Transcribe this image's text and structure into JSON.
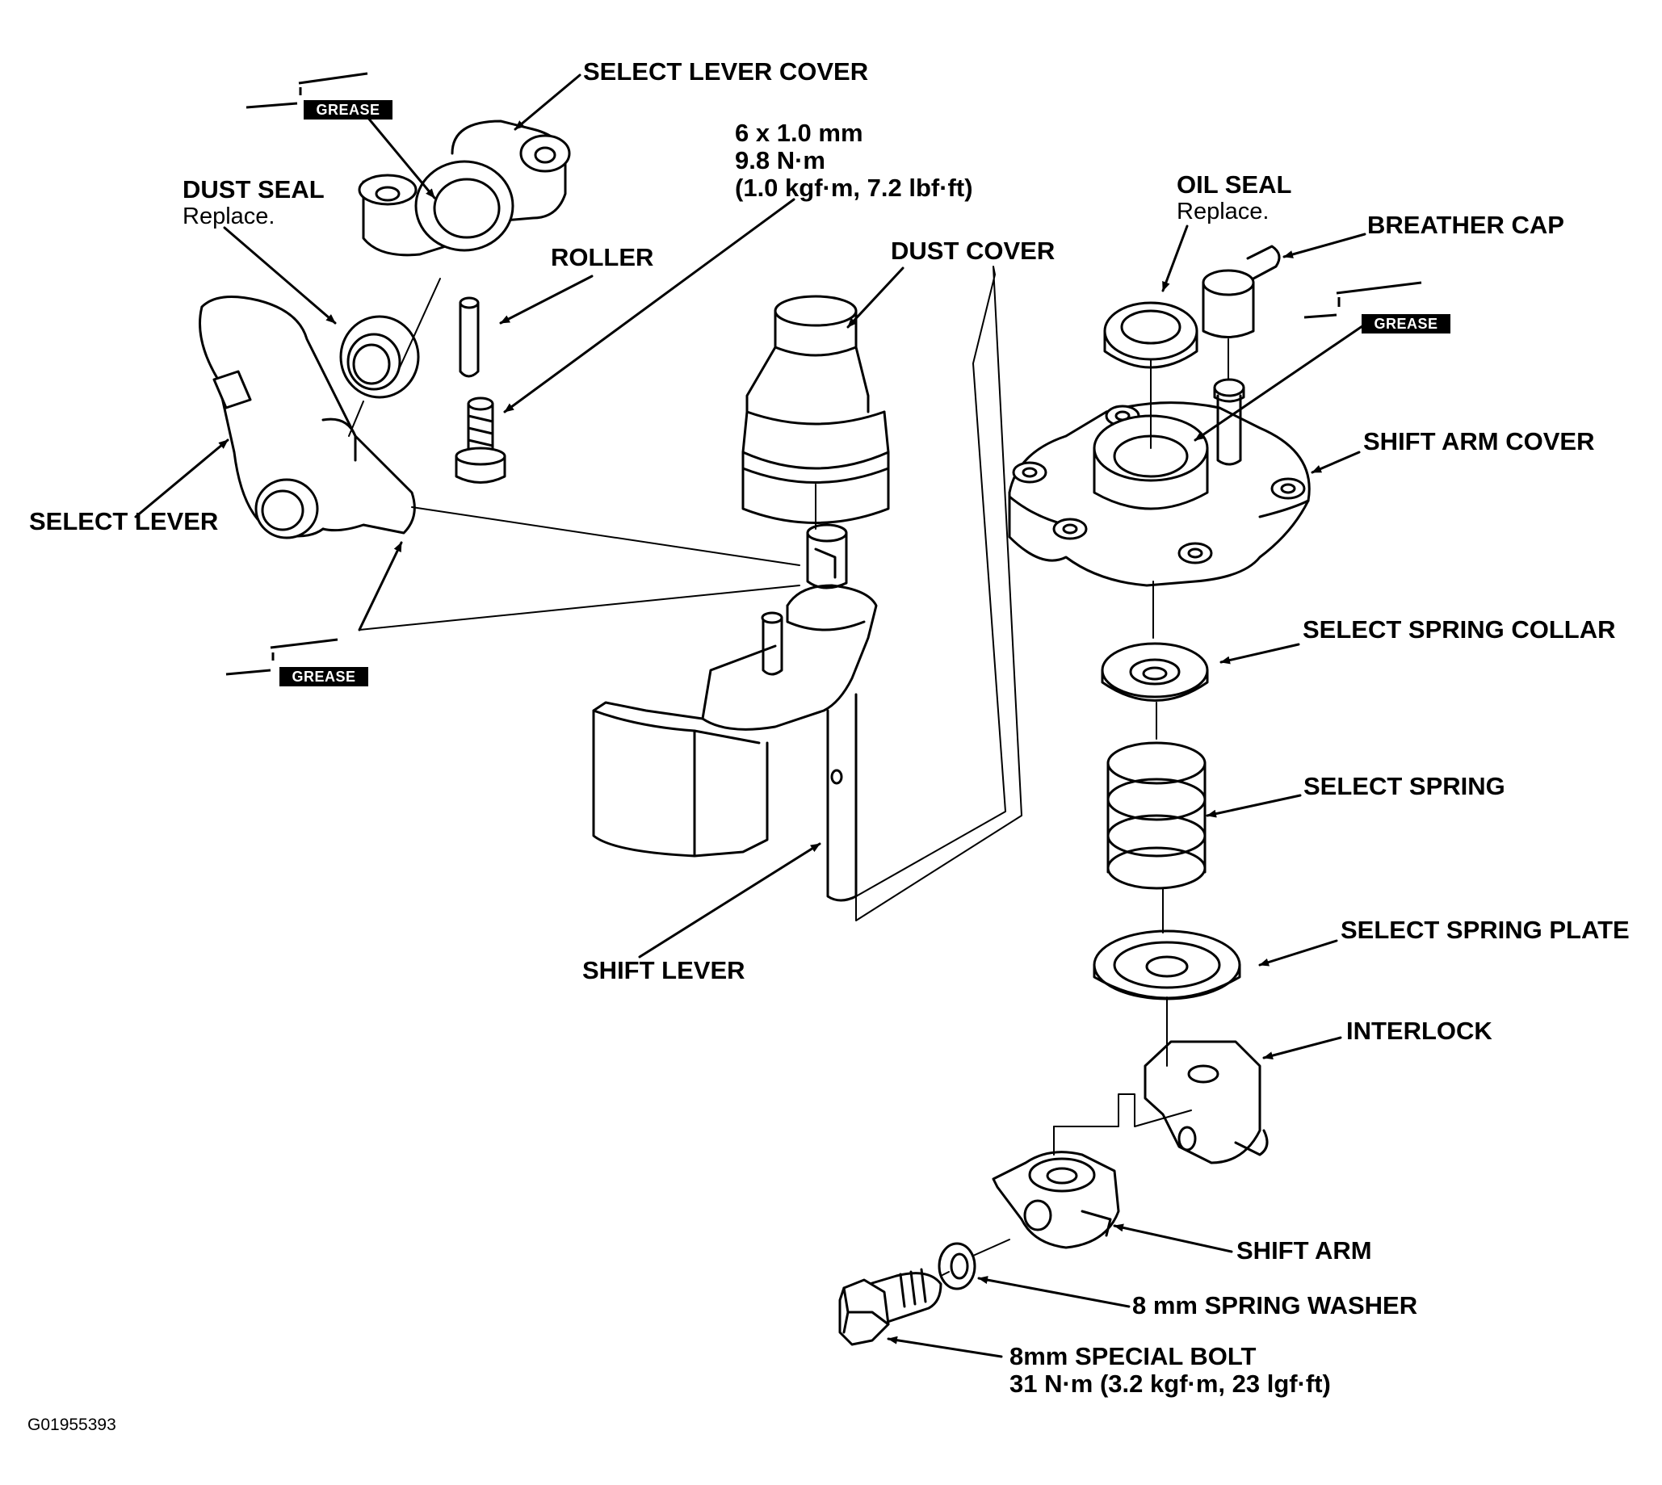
{
  "labels": {
    "select_lever_cover": "SELECT LEVER COVER",
    "bolt_spec": [
      "6 x 1.0 mm",
      "9.8 N·m",
      "(1.0 kgf·m, 7.2 lbf·ft)"
    ],
    "dust_seal": "DUST SEAL",
    "dust_seal_note": "Replace.",
    "roller": "ROLLER",
    "dust_cover": "DUST COVER",
    "oil_seal": "OIL SEAL",
    "oil_seal_note": "Replace.",
    "breather_cap": "BREATHER CAP",
    "select_lever": "SELECT LEVER",
    "shift_arm_cover": "SHIFT ARM COVER",
    "select_spring_collar": "SELECT SPRING COLLAR",
    "select_spring": "SELECT SPRING",
    "select_spring_plate": "SELECT SPRING PLATE",
    "shift_lever": "SHIFT LEVER",
    "interlock": "INTERLOCK",
    "shift_arm": "SHIFT ARM",
    "spring_washer": "8 mm SPRING WASHER",
    "special_bolt": "8mm SPECIAL BOLT",
    "special_bolt_torque": "31 N·m (3.2 kgf·m, 23 lgf·ft)"
  },
  "grease_tag": "GREASE",
  "figure_code": "G01955393"
}
